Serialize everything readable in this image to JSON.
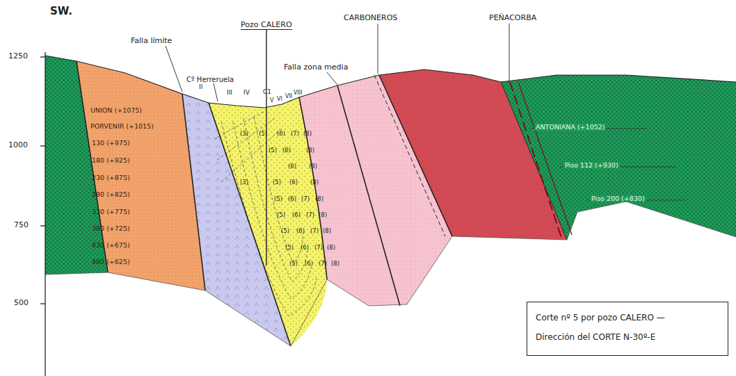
{
  "diagram": {
    "nodes": [
      {
        "text": [
          "UNION (+1075)",
          "PORVENIR (+1015)",
          "130 (+975)",
          "180 (+925)",
          "230 (+875)",
          "280 (+825)",
          "330 (+775)",
          "380 (+725)",
          "430 (+675)",
          "480 (+625)"
        ]
      },
      {
        "text": [
          "ANTONIANA (+1052)",
          "Piso 112 (+930)",
          "Piso 200 (+830)"
        ]
      },
      {
        "text": [
          "Corte nº 5 por pozo CALERO —",
          "Dirección del CORTE N-30º-E"
        ]
      }
    ],
    "labels": [
      "SW.",
      "1250",
      "1000",
      "750",
      "500",
      "Falla límite",
      "Pozo CALERO",
      "Cº Herreruela",
      "Falla zona media",
      "CARBONEROS",
      "PEÑACORBA",
      "II",
      "III",
      "IV",
      "C1",
      "V",
      "VI",
      "VII",
      "VIII",
      "(3)",
      "(5)",
      "(6)",
      "(7)",
      "(8)",
      "(5)",
      "(6)",
      "(8)",
      "(6)",
      "(8)",
      "(3)",
      "(5)",
      "(6)",
      "(8)",
      "(5)",
      "(6)",
      "(7)",
      "(8)",
      "(5)",
      "(6)",
      "(7)",
      "(8)",
      "(5)",
      "(6)",
      "(7)",
      "(8)",
      "(5)",
      "(6)",
      "(7)",
      "(8)",
      "(5)",
      "(6)",
      "(7)",
      "(8)"
    ]
  }
}
